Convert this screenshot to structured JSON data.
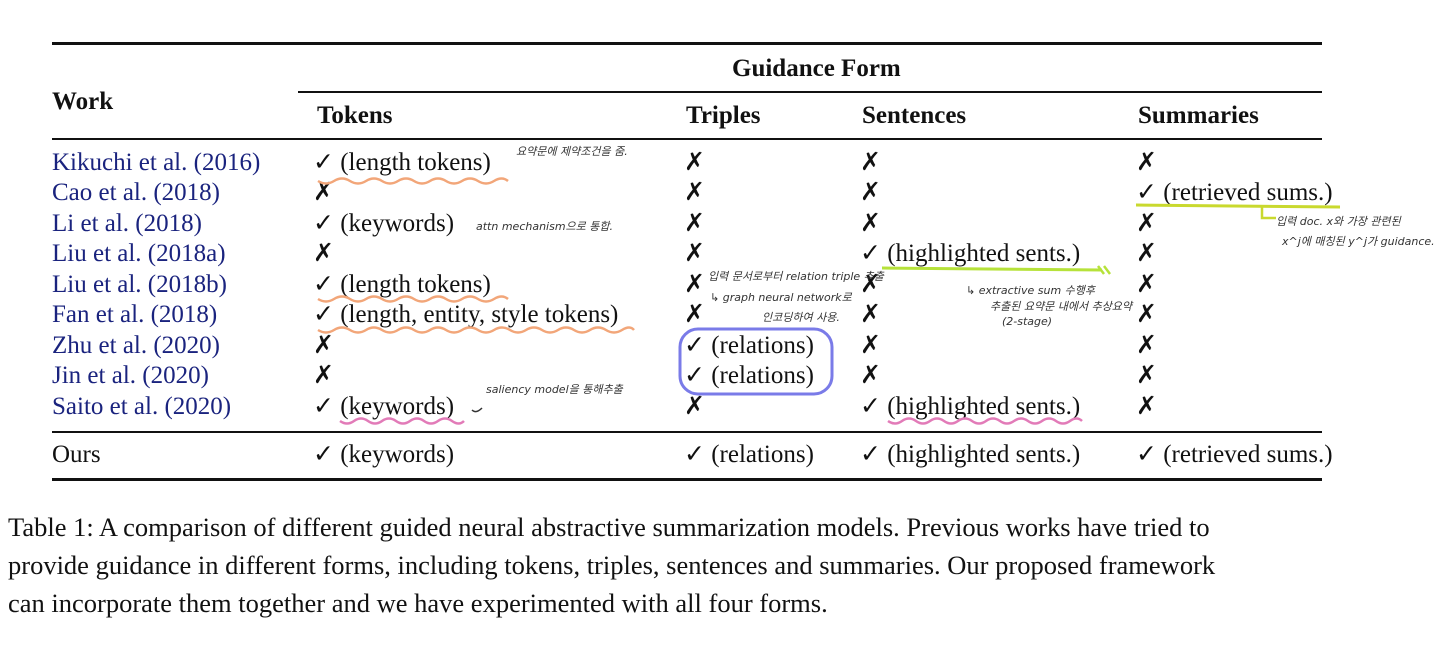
{
  "table": {
    "work_header": "Work",
    "group_header": "Guidance Form",
    "columns": [
      "Tokens",
      "Triples",
      "Sentences",
      "Summaries"
    ],
    "rows": [
      {
        "work": "Kikuchi et al. (2016)",
        "cells": [
          "✓ (length tokens)",
          "✗",
          "✗",
          "✗"
        ]
      },
      {
        "work": "Cao et al. (2018)",
        "cells": [
          "✗",
          "✗",
          "✗",
          "✓ (retrieved sums.)"
        ]
      },
      {
        "work": "Li et al. (2018)",
        "cells": [
          "✓ (keywords)",
          "✗",
          "✗",
          "✗"
        ]
      },
      {
        "work": "Liu et al. (2018a)",
        "cells": [
          "✗",
          "✗",
          "✓ (highlighted sents.)",
          "✗"
        ]
      },
      {
        "work": "Liu et al. (2018b)",
        "cells": [
          "✓ (length tokens)",
          "✗",
          "✗",
          "✗"
        ]
      },
      {
        "work": "Fan et al. (2018)",
        "cells": [
          "✓ (length, entity, style tokens)",
          "✗",
          "✗",
          "✗"
        ]
      },
      {
        "work": "Zhu et al. (2020)",
        "cells": [
          "✗",
          "✓ (relations)",
          "✗",
          "✗"
        ]
      },
      {
        "work": "Jin et al. (2020)",
        "cells": [
          "✗",
          "✓ (relations)",
          "✗",
          "✗"
        ]
      },
      {
        "work": "Saito et al. (2020)",
        "cells": [
          "✓ (keywords)",
          "✗",
          "✓ (highlighted sents.)",
          "✗"
        ]
      }
    ],
    "ours": {
      "work": "Ours",
      "cells": [
        "✓ (keywords)",
        "✓ (relations)",
        "✓ (highlighted sents.)",
        "✓ (retrieved sums.)"
      ]
    }
  },
  "annotations": {
    "kikuchi": "요약문에 제약조건을 줌.",
    "li": "attn mechanism으로 통합.",
    "triples": [
      "입력 문서로부터 relation triple 추출",
      "↳ graph neural network로",
      "인코딩하여 사용."
    ],
    "sents": [
      "↳ extractive sum 수행후",
      "추출된 요약문 내에서 추상요약",
      "(2-stage)"
    ],
    "sums": [
      "입력 doc. x와 가장 관련된",
      "x^j에 매칭된 y^j가 guidance."
    ],
    "saito": "saliency model을 통해추출"
  },
  "caption": [
    "Table 1: A comparison of different guided neural abstractive summarization models. Previous works have tried to",
    "provide guidance in different forms, including tokens, triples, sentences and summaries. Our proposed framework",
    "can incorporate them together and we have experimented with all four forms."
  ]
}
